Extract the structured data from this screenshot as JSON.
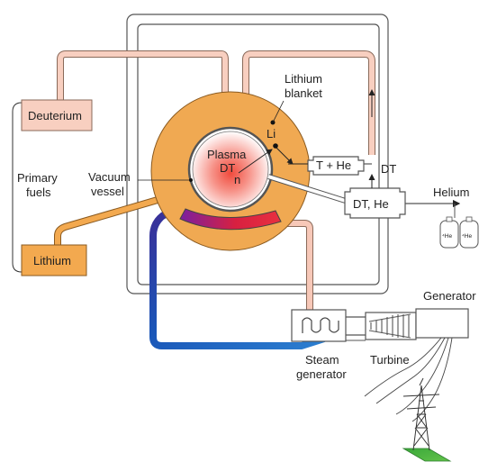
{
  "labels": {
    "deuterium": "Deuterium",
    "lithium_source": "Lithium",
    "primary_fuels_line1": "Primary",
    "primary_fuels_line2": "fuels",
    "vacuum_line1": "Vacuum",
    "vacuum_line2": "vessel",
    "lithium_blanket_line1": "Lithium",
    "lithium_blanket_line2": "blanket",
    "plasma": "Plasma",
    "dt_plasma": "DT",
    "neutron": "n",
    "li": "Li",
    "t_plus_he": "T + He",
    "dt_return": "DT",
    "dt_he": "DT, He",
    "helium": "Helium",
    "he_tank_1": "⁴He",
    "he_tank_2": "⁴He",
    "generator": "Generator",
    "steam_line1": "Steam",
    "steam_line2": "generator",
    "turbine": "Turbine"
  },
  "colors": {
    "deuterium_box": "#f8cfc0",
    "lithium_box": "#f3a94f",
    "blanket": "#f0a952",
    "plasma_core": "#f2604e",
    "hot_pipe": "#e03040",
    "cold_pipe": "#1a52b0",
    "pipe_pale": "#f7c8b8",
    "pylon_base": "#44aa44"
  }
}
